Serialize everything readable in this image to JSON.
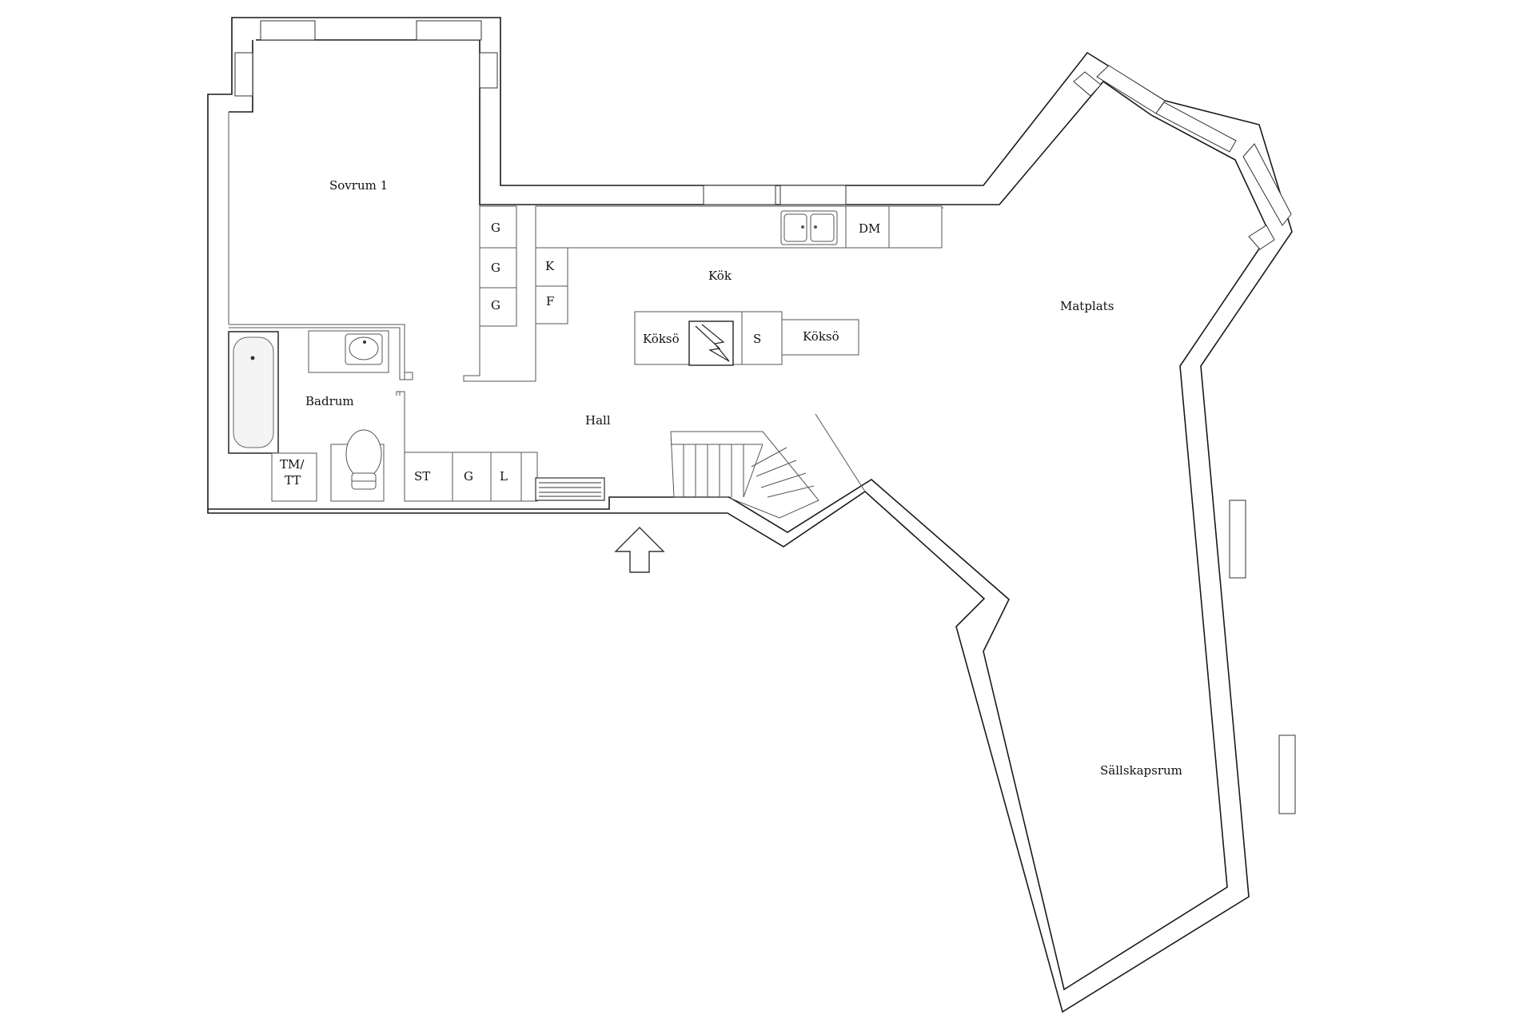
{
  "rooms": {
    "sovrum1": "Sovrum 1",
    "badrum": "Badrum",
    "hall": "Hall",
    "kok": "Kök",
    "matplats": "Matplats",
    "sallskapsrum": "Sällskapsrum"
  },
  "fixtures": {
    "g1": "G",
    "g2": "G",
    "g3": "G",
    "k": "K",
    "f": "F",
    "dm": "DM",
    "kokso_left": "Köksö",
    "s": "S",
    "kokso_right": "Köksö",
    "tm": "TM/",
    "tt": "TT",
    "st": "ST",
    "g4": "G",
    "l": "L"
  },
  "icons": {
    "entrance": "entrance-arrow-icon",
    "stairs": "staircase-icon",
    "bathtub": "bathtub-icon",
    "sink": "washbasin-icon",
    "toilet": "toilet-icon",
    "kitchen_sink": "kitchen-sink-icon",
    "hob": "hob-icon",
    "radiator": "radiator-icon"
  }
}
